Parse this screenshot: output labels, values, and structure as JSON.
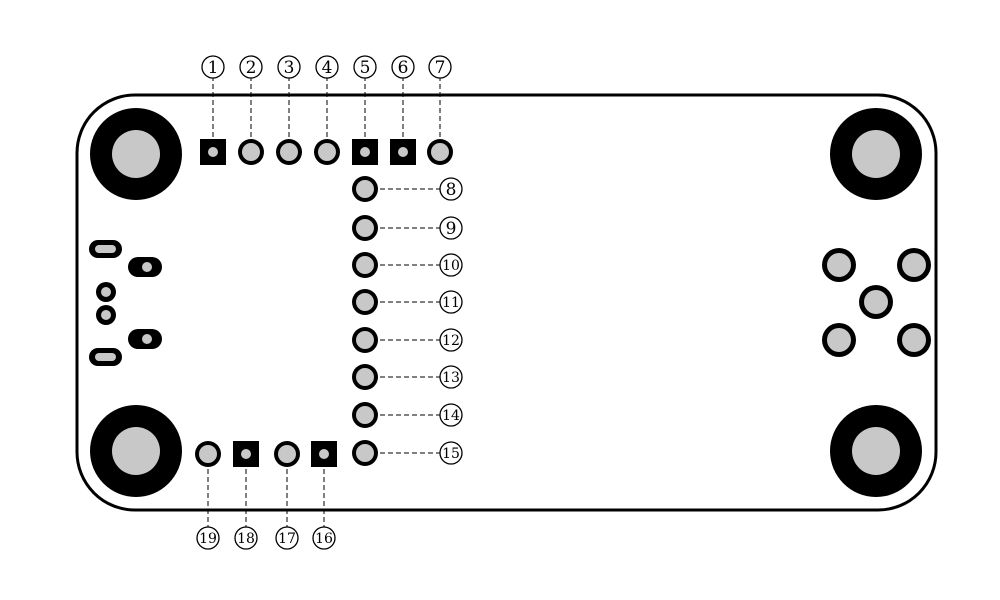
{
  "colors": {
    "outline": "#000000",
    "pad_fill": "#c8c8c8",
    "background": "#ffffff"
  },
  "pins": [
    {
      "label": "1",
      "shape": "square"
    },
    {
      "label": "2",
      "shape": "round"
    },
    {
      "label": "3",
      "shape": "round"
    },
    {
      "label": "4",
      "shape": "round"
    },
    {
      "label": "5",
      "shape": "square"
    },
    {
      "label": "6",
      "shape": "square"
    },
    {
      "label": "7",
      "shape": "round"
    },
    {
      "label": "8",
      "shape": "round"
    },
    {
      "label": "9",
      "shape": "round"
    },
    {
      "label": "10",
      "shape": "round"
    },
    {
      "label": "11",
      "shape": "round"
    },
    {
      "label": "12",
      "shape": "round"
    },
    {
      "label": "13",
      "shape": "round"
    },
    {
      "label": "14",
      "shape": "round"
    },
    {
      "label": "15",
      "shape": "round"
    },
    {
      "label": "16",
      "shape": "square"
    },
    {
      "label": "17",
      "shape": "round"
    },
    {
      "label": "18",
      "shape": "square"
    },
    {
      "label": "19",
      "shape": "round"
    }
  ]
}
